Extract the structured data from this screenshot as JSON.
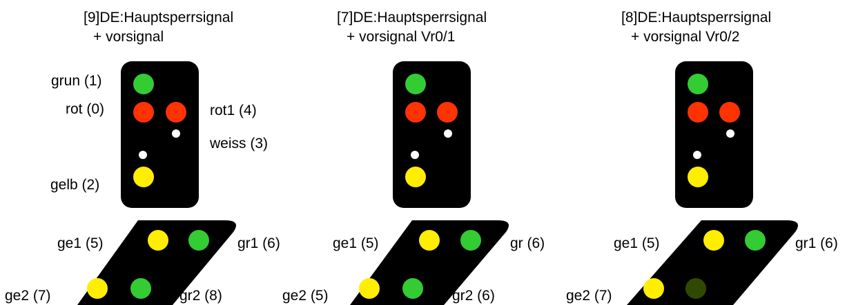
{
  "colors": {
    "background": "#ffffff",
    "housing": "#000000",
    "green": "#33cc33",
    "red": "#ff3300",
    "white": "#ffffff",
    "yellow": "#ffee00",
    "dark_green": "#2f4a00"
  },
  "signals": [
    {
      "title_line1": "[9]DE:Hauptsperrsignal",
      "title_line2": "+ vorsignal",
      "labels": {
        "grun": "grun (1)",
        "rot": "rot (0)",
        "rot1": "rot1 (4)",
        "weiss": "weiss (3)",
        "gelb": "gelb (2)",
        "ge1": "ge1 (5)",
        "gr1": "gr1 (6)",
        "ge2": "ge2 (7)",
        "gr2": "gr2 (8)"
      },
      "pre_lamps": {
        "ge1": "yellow",
        "gr1": "green",
        "ge2": "yellow",
        "gr2": "green"
      }
    },
    {
      "title_line1": "[7]DE:Hauptsperrsignal",
      "title_line2": "+ vorsignal Vr0/1",
      "labels": {
        "ge1": "ge1 (5)",
        "gr1": "gr (6)",
        "ge2": "ge2 (5)",
        "gr2": "gr2 (6)"
      },
      "pre_lamps": {
        "ge1": "yellow",
        "gr1": "green",
        "ge2": "yellow",
        "gr2": "green"
      }
    },
    {
      "title_line1": "[8]DE:Hauptsperrsignal",
      "title_line2": "+ vorsignal Vr0/2",
      "labels": {
        "ge1": "ge1 (5)",
        "gr1": "gr1 (6)",
        "ge2": "ge2 (7)"
      },
      "pre_lamps": {
        "ge1": "yellow",
        "gr1": "green",
        "ge2": "yellow",
        "gr2": "dark_green"
      }
    }
  ]
}
